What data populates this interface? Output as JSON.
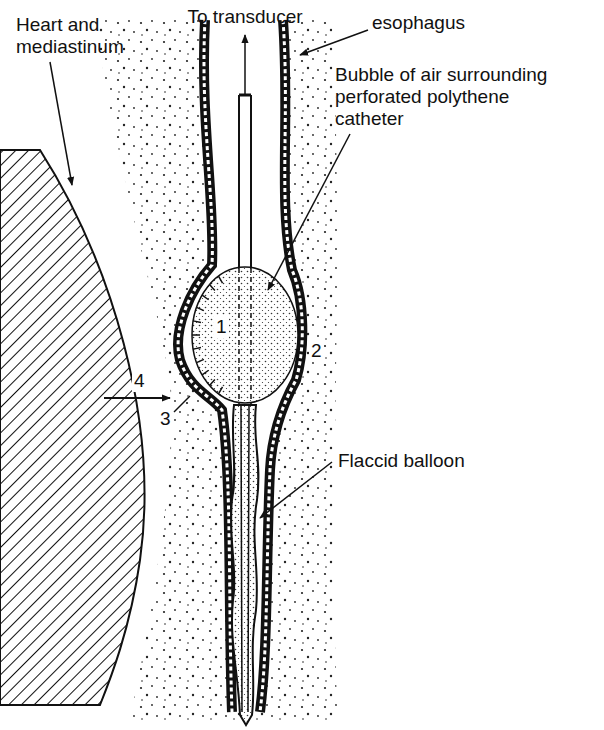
{
  "diagram": {
    "labels": [
      "To transducer",
      "Heart and mediastinum",
      "esophagus",
      "Bubble of air surrounding perforated polythene catheter",
      "1",
      "2",
      "3",
      "4",
      "Flaccid balloon"
    ]
  }
}
